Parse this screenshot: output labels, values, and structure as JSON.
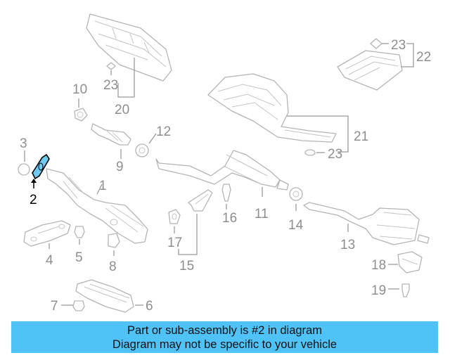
{
  "diagram": {
    "labels": {
      "l1": "1",
      "l2": "2",
      "l3": "3",
      "l4": "4",
      "l5": "5",
      "l6": "6",
      "l7": "7",
      "l8": "8",
      "l9": "9",
      "l10": "10",
      "l11": "11",
      "l12": "12",
      "l13": "13",
      "l14": "14",
      "l15": "15",
      "l16": "16",
      "l17": "17",
      "l18": "18",
      "l19": "19",
      "l20": "20",
      "l21": "21",
      "l22": "22",
      "l23a": "23",
      "l23b": "23",
      "l23c": "23"
    },
    "highlighted_part": "2",
    "highlight_color": "#6fcaf1",
    "line_color": "#b4b4b4"
  },
  "banner": {
    "line1": "Part or sub-assembly is #2 in diagram",
    "line2": "Diagram may not be specific to your vehicle",
    "background": "#4fc3f7"
  }
}
